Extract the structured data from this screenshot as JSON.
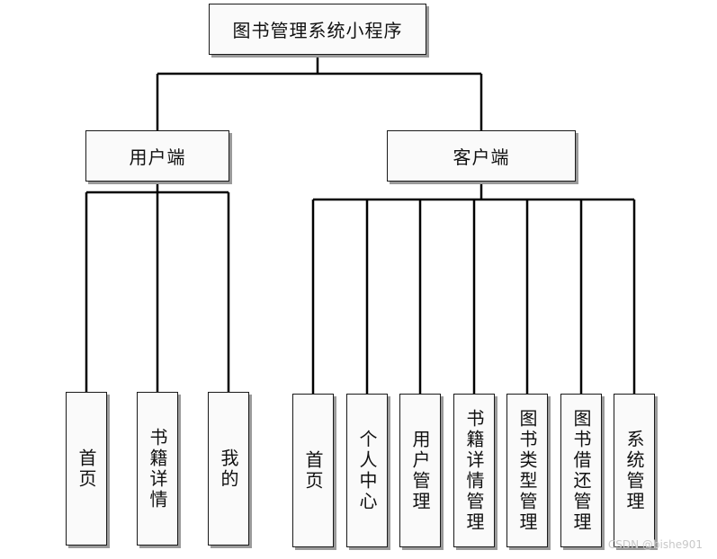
{
  "diagram": {
    "root": "图书管理系统小程序",
    "branches": [
      {
        "label": "用户端",
        "children": [
          "首页",
          "书籍详情",
          "我的"
        ]
      },
      {
        "label": "客户端",
        "children": [
          "首页",
          "个人中心",
          "用户管理",
          "书籍详情管理",
          "图书类型管理",
          "图书借还管理",
          "系统管理"
        ]
      }
    ]
  },
  "watermark": "CSDN @bishe901",
  "colors": {
    "line": "#000000",
    "box_border": "#1a1a1a",
    "box_shadow": "#9a9a9a"
  }
}
